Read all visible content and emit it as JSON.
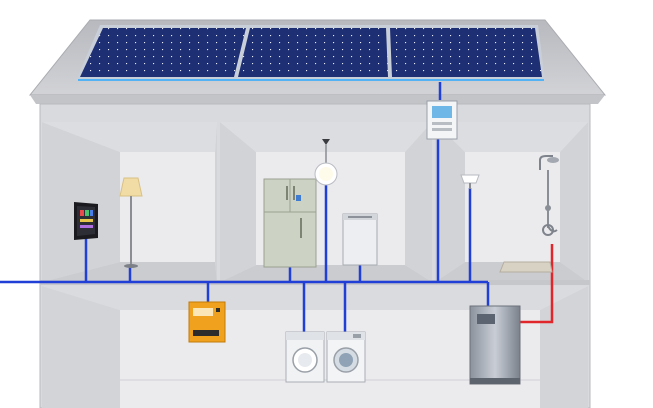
{
  "palette": {
    "wall": "#dcdcdf",
    "wall_dark": "#cfd0d4",
    "room_back": "#e6e6e9",
    "roof": "#c8c9cd",
    "edge": "#b5b7bc",
    "panel": "#1e2d6e",
    "panel_frame": "#c7ccd6",
    "wire_blue": "#1f3fd6",
    "wire_red": "#e0262a",
    "inverter_orange": "#f0a11e"
  },
  "components": [
    {
      "name": "solar-panel-array",
      "icon": "solar-panel-icon"
    },
    {
      "name": "charge-controller",
      "icon": "controller-box-icon"
    },
    {
      "name": "tv-monitor",
      "icon": "tv-icon"
    },
    {
      "name": "floor-lamp",
      "icon": "lamp-icon"
    },
    {
      "name": "refrigerator",
      "icon": "fridge-icon"
    },
    {
      "name": "ceiling-light",
      "icon": "bulb-icon"
    },
    {
      "name": "dishwasher",
      "icon": "dishwasher-icon"
    },
    {
      "name": "wall-lamp",
      "icon": "lamp-icon"
    },
    {
      "name": "shower",
      "icon": "shower-icon"
    },
    {
      "name": "inverter",
      "icon": "inverter-icon"
    },
    {
      "name": "dryer",
      "icon": "dryer-icon"
    },
    {
      "name": "washing-machine",
      "icon": "washer-icon"
    },
    {
      "name": "water-heater",
      "icon": "water-heater-icon"
    }
  ]
}
